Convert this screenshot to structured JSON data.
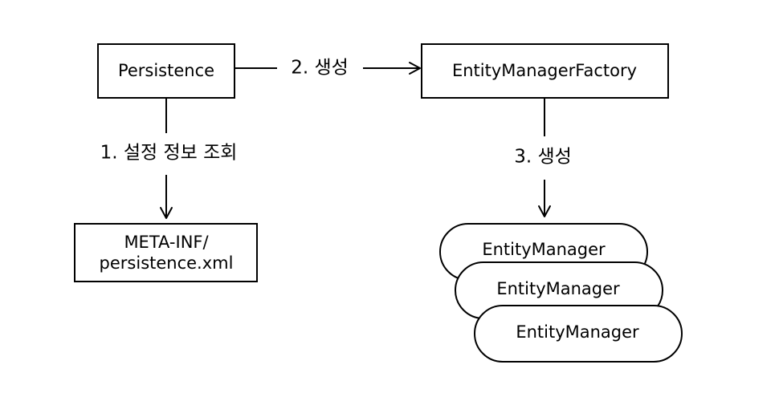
{
  "nodes": {
    "persistence": {
      "label": "Persistence"
    },
    "emf": {
      "label": "EntityManagerFactory"
    },
    "meta_inf": {
      "line1": "META-INF/",
      "line2": "persistence.xml"
    },
    "entity_managers": [
      {
        "label": "EntityManager"
      },
      {
        "label": "EntityManager"
      },
      {
        "label": "EntityManager"
      }
    ]
  },
  "edges": {
    "create_emf": {
      "label": "2. 생성"
    },
    "read_config": {
      "label": "1. 설정 정보 조회"
    },
    "create_em": {
      "label": "3. 생성"
    }
  },
  "colors": {
    "stroke": "#000000",
    "fill": "#ffffff",
    "text": "#000000"
  }
}
